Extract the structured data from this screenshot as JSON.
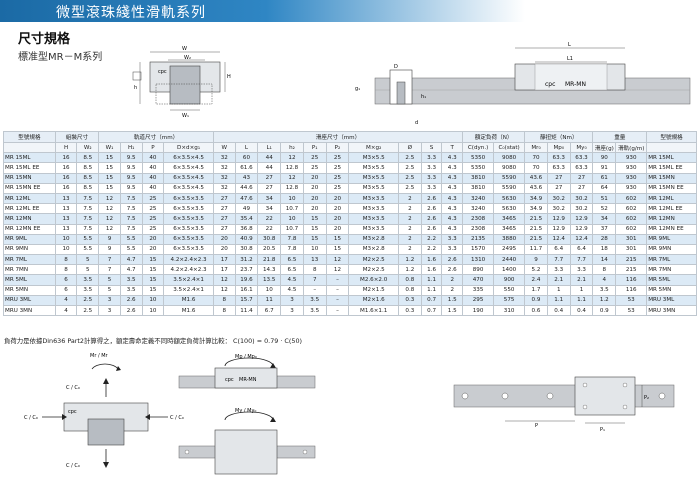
{
  "header": {
    "title": "微型滾珠綫性滑軌系列"
  },
  "section": {
    "title": "尺寸規格",
    "subtitle": "標准型MR－M系列"
  },
  "figure_labels": {
    "W": "W",
    "W2": "W₂",
    "W1": "W₁",
    "H": "H",
    "H1": "H₁",
    "h": "h",
    "L": "L",
    "L1": "L1",
    "D": "D",
    "d": "d",
    "g1": "g₁",
    "h1": "h₁",
    "cpc": "cpc",
    "rail_mark": "MR-MN",
    "Mr": "Mr / Mr",
    "Mp": "Mp / Mp₀",
    "My": "My / My₀",
    "Co1": "C / C₀",
    "Co2": "C / C₀",
    "Co3": "C / C₀",
    "Co4": "C / C₀",
    "P": "P",
    "P1": "P₁",
    "P2": "P₂"
  },
  "table": {
    "group_headers": [
      "型號規格",
      "組裝尺寸",
      "軌道尺寸（mm）",
      "滑座尺寸（mm）",
      "額定負荷（N）",
      "靜扭矩（Nm）",
      "重量",
      "型號規格"
    ],
    "sub_headers": [
      "H",
      "W₂",
      "W₁",
      "H₁",
      "P",
      "D×d×g₁",
      "W",
      "L",
      "L₁",
      "h₂",
      "P₁",
      "P₂",
      "M×g₂",
      "Ø",
      "S",
      "T",
      "C(dyn.)",
      "C₀(stat)",
      "Mr₀",
      "Mp₀",
      "My₀",
      "滑座(g)",
      "滑軌(g/m)"
    ],
    "rows": [
      [
        "MR 15ML",
        "16",
        "8.5",
        "15",
        "9.5",
        "40",
        "6×3.5×4.5",
        "32",
        "60",
        "44",
        "12",
        "25",
        "25",
        "M3×5.5",
        "2.5",
        "3.3",
        "4.3",
        "5350",
        "9080",
        "70",
        "63.3",
        "63.3",
        "90",
        "930",
        "MR 15ML"
      ],
      [
        "MR 15ML EE",
        "16",
        "8.5",
        "15",
        "9.5",
        "40",
        "6×3.5×4.5",
        "32",
        "61.6",
        "44",
        "12.8",
        "25",
        "25",
        "M3×5.5",
        "2.5",
        "3.3",
        "4.3",
        "5350",
        "9080",
        "70",
        "63.3",
        "63.3",
        "91",
        "930",
        "MR 15ML EE"
      ],
      [
        "MR 15MN",
        "16",
        "8.5",
        "15",
        "9.5",
        "40",
        "6×3.5×4.5",
        "32",
        "43",
        "27",
        "12",
        "20",
        "25",
        "M3×5.5",
        "2.5",
        "3.3",
        "4.3",
        "3810",
        "5590",
        "43.6",
        "27",
        "27",
        "61",
        "930",
        "MR 15MN"
      ],
      [
        "MR 15MN EE",
        "16",
        "8.5",
        "15",
        "9.5",
        "40",
        "6×3.5×4.5",
        "32",
        "44.6",
        "27",
        "12.8",
        "20",
        "25",
        "M3×5.5",
        "2.5",
        "3.3",
        "4.3",
        "3810",
        "5590",
        "43.6",
        "27",
        "27",
        "64",
        "930",
        "MR 15MN EE"
      ],
      [
        "MR 12ML",
        "13",
        "7.5",
        "12",
        "7.5",
        "25",
        "6×3.5×3.5",
        "27",
        "47.6",
        "34",
        "10",
        "20",
        "20",
        "M3×3.5",
        "2",
        "2.6",
        "4.3",
        "3240",
        "5630",
        "34.9",
        "30.2",
        "30.2",
        "51",
        "602",
        "MR 12ML"
      ],
      [
        "MR 12ML EE",
        "13",
        "7.5",
        "12",
        "7.5",
        "25",
        "6×3.5×3.5",
        "27",
        "49",
        "34",
        "10.7",
        "20",
        "20",
        "M3×3.5",
        "2",
        "2.6",
        "4.3",
        "3240",
        "5630",
        "34.9",
        "30.2",
        "30.2",
        "52",
        "602",
        "MR 12ML EE"
      ],
      [
        "MR 12MN",
        "13",
        "7.5",
        "12",
        "7.5",
        "25",
        "6×3.5×3.5",
        "27",
        "35.4",
        "22",
        "10",
        "15",
        "20",
        "M3×3.5",
        "2",
        "2.6",
        "4.3",
        "2308",
        "3465",
        "21.5",
        "12.9",
        "12.9",
        "34",
        "602",
        "MR 12MN"
      ],
      [
        "MR 12MN EE",
        "13",
        "7.5",
        "12",
        "7.5",
        "25",
        "6×3.5×3.5",
        "27",
        "36.8",
        "22",
        "10.7",
        "15",
        "20",
        "M3×3.5",
        "2",
        "2.6",
        "4.3",
        "2308",
        "3465",
        "21.5",
        "12.9",
        "12.9",
        "37",
        "602",
        "MR 12MN EE"
      ],
      [
        "MR 9ML",
        "10",
        "5.5",
        "9",
        "5.5",
        "20",
        "6×3.5×3.5",
        "20",
        "40.9",
        "30.8",
        "7.8",
        "15",
        "15",
        "M3×2.8",
        "2",
        "2.2",
        "3.3",
        "2135",
        "3880",
        "21.5",
        "12.4",
        "12.4",
        "28",
        "301",
        "MR 9ML"
      ],
      [
        "MR 9MN",
        "10",
        "5.5",
        "9",
        "5.5",
        "20",
        "6×3.5×3.5",
        "20",
        "30.8",
        "20.5",
        "7.8",
        "10",
        "15",
        "M3×2.8",
        "2",
        "2.2",
        "3.3",
        "1570",
        "2495",
        "11.7",
        "6.4",
        "6.4",
        "18",
        "301",
        "MR 9MN"
      ],
      [
        "MR 7ML",
        "8",
        "5",
        "7",
        "4.7",
        "15",
        "4.2×2.4×2.3",
        "17",
        "31.2",
        "21.8",
        "6.5",
        "13",
        "12",
        "M2×2.5",
        "1.2",
        "1.6",
        "2.6",
        "1310",
        "2440",
        "9",
        "7.7",
        "7.7",
        "14",
        "215",
        "MR 7ML"
      ],
      [
        "MR 7MN",
        "8",
        "5",
        "7",
        "4.7",
        "15",
        "4.2×2.4×2.3",
        "17",
        "23.7",
        "14.3",
        "6.5",
        "8",
        "12",
        "M2×2.5",
        "1.2",
        "1.6",
        "2.6",
        "890",
        "1400",
        "5.2",
        "3.3",
        "3.3",
        "8",
        "215",
        "MR 7MN"
      ],
      [
        "MR 5ML",
        "6",
        "3.5",
        "5",
        "3.5",
        "15",
        "3.5×2.4×1",
        "12",
        "19.6",
        "13.5",
        "4.5",
        "7",
        "–",
        "M2.6×2.0",
        "0.8",
        "1.1",
        "2",
        "470",
        "900",
        "2.4",
        "2.1",
        "2.1",
        "4",
        "116",
        "MR 5ML"
      ],
      [
        "MR 5MN",
        "6",
        "3.5",
        "5",
        "3.5",
        "15",
        "3.5×2.4×1",
        "12",
        "16.1",
        "10",
        "4.5",
        "–",
        "–",
        "M2×1.5",
        "0.8",
        "1.1",
        "2",
        "335",
        "550",
        "1.7",
        "1",
        "1",
        "3.5",
        "116",
        "MR 5MN"
      ],
      [
        "MRU 3ML",
        "4",
        "2.5",
        "3",
        "2.6",
        "10",
        "M1.6",
        "8",
        "15.7",
        "11",
        "3",
        "3.5",
        "–",
        "M2×1.6",
        "0.3",
        "0.7",
        "1.5",
        "295",
        "575",
        "0.9",
        "1.1",
        "1.1",
        "1.2",
        "53",
        "MRU 3ML"
      ],
      [
        "MRU 3MN",
        "4",
        "2.5",
        "3",
        "2.6",
        "10",
        "M1.6",
        "8",
        "11.4",
        "6.7",
        "3",
        "3.5",
        "–",
        "M1.6×1.1",
        "0.3",
        "0.7",
        "1.5",
        "190",
        "310",
        "0.6",
        "0.4",
        "0.4",
        "0.9",
        "53",
        "MRU 3MN"
      ]
    ]
  },
  "note": {
    "text": "負荷力是依據Din636 Part2計算得之，額定壽命定義不同時額定負荷計算比較：",
    "formula": "C(100) = 0.79 · C(50)"
  },
  "colors": {
    "header_dark": "#1b6aa5",
    "row_band": "#dceaf6",
    "rail": "#c9ccd0"
  }
}
